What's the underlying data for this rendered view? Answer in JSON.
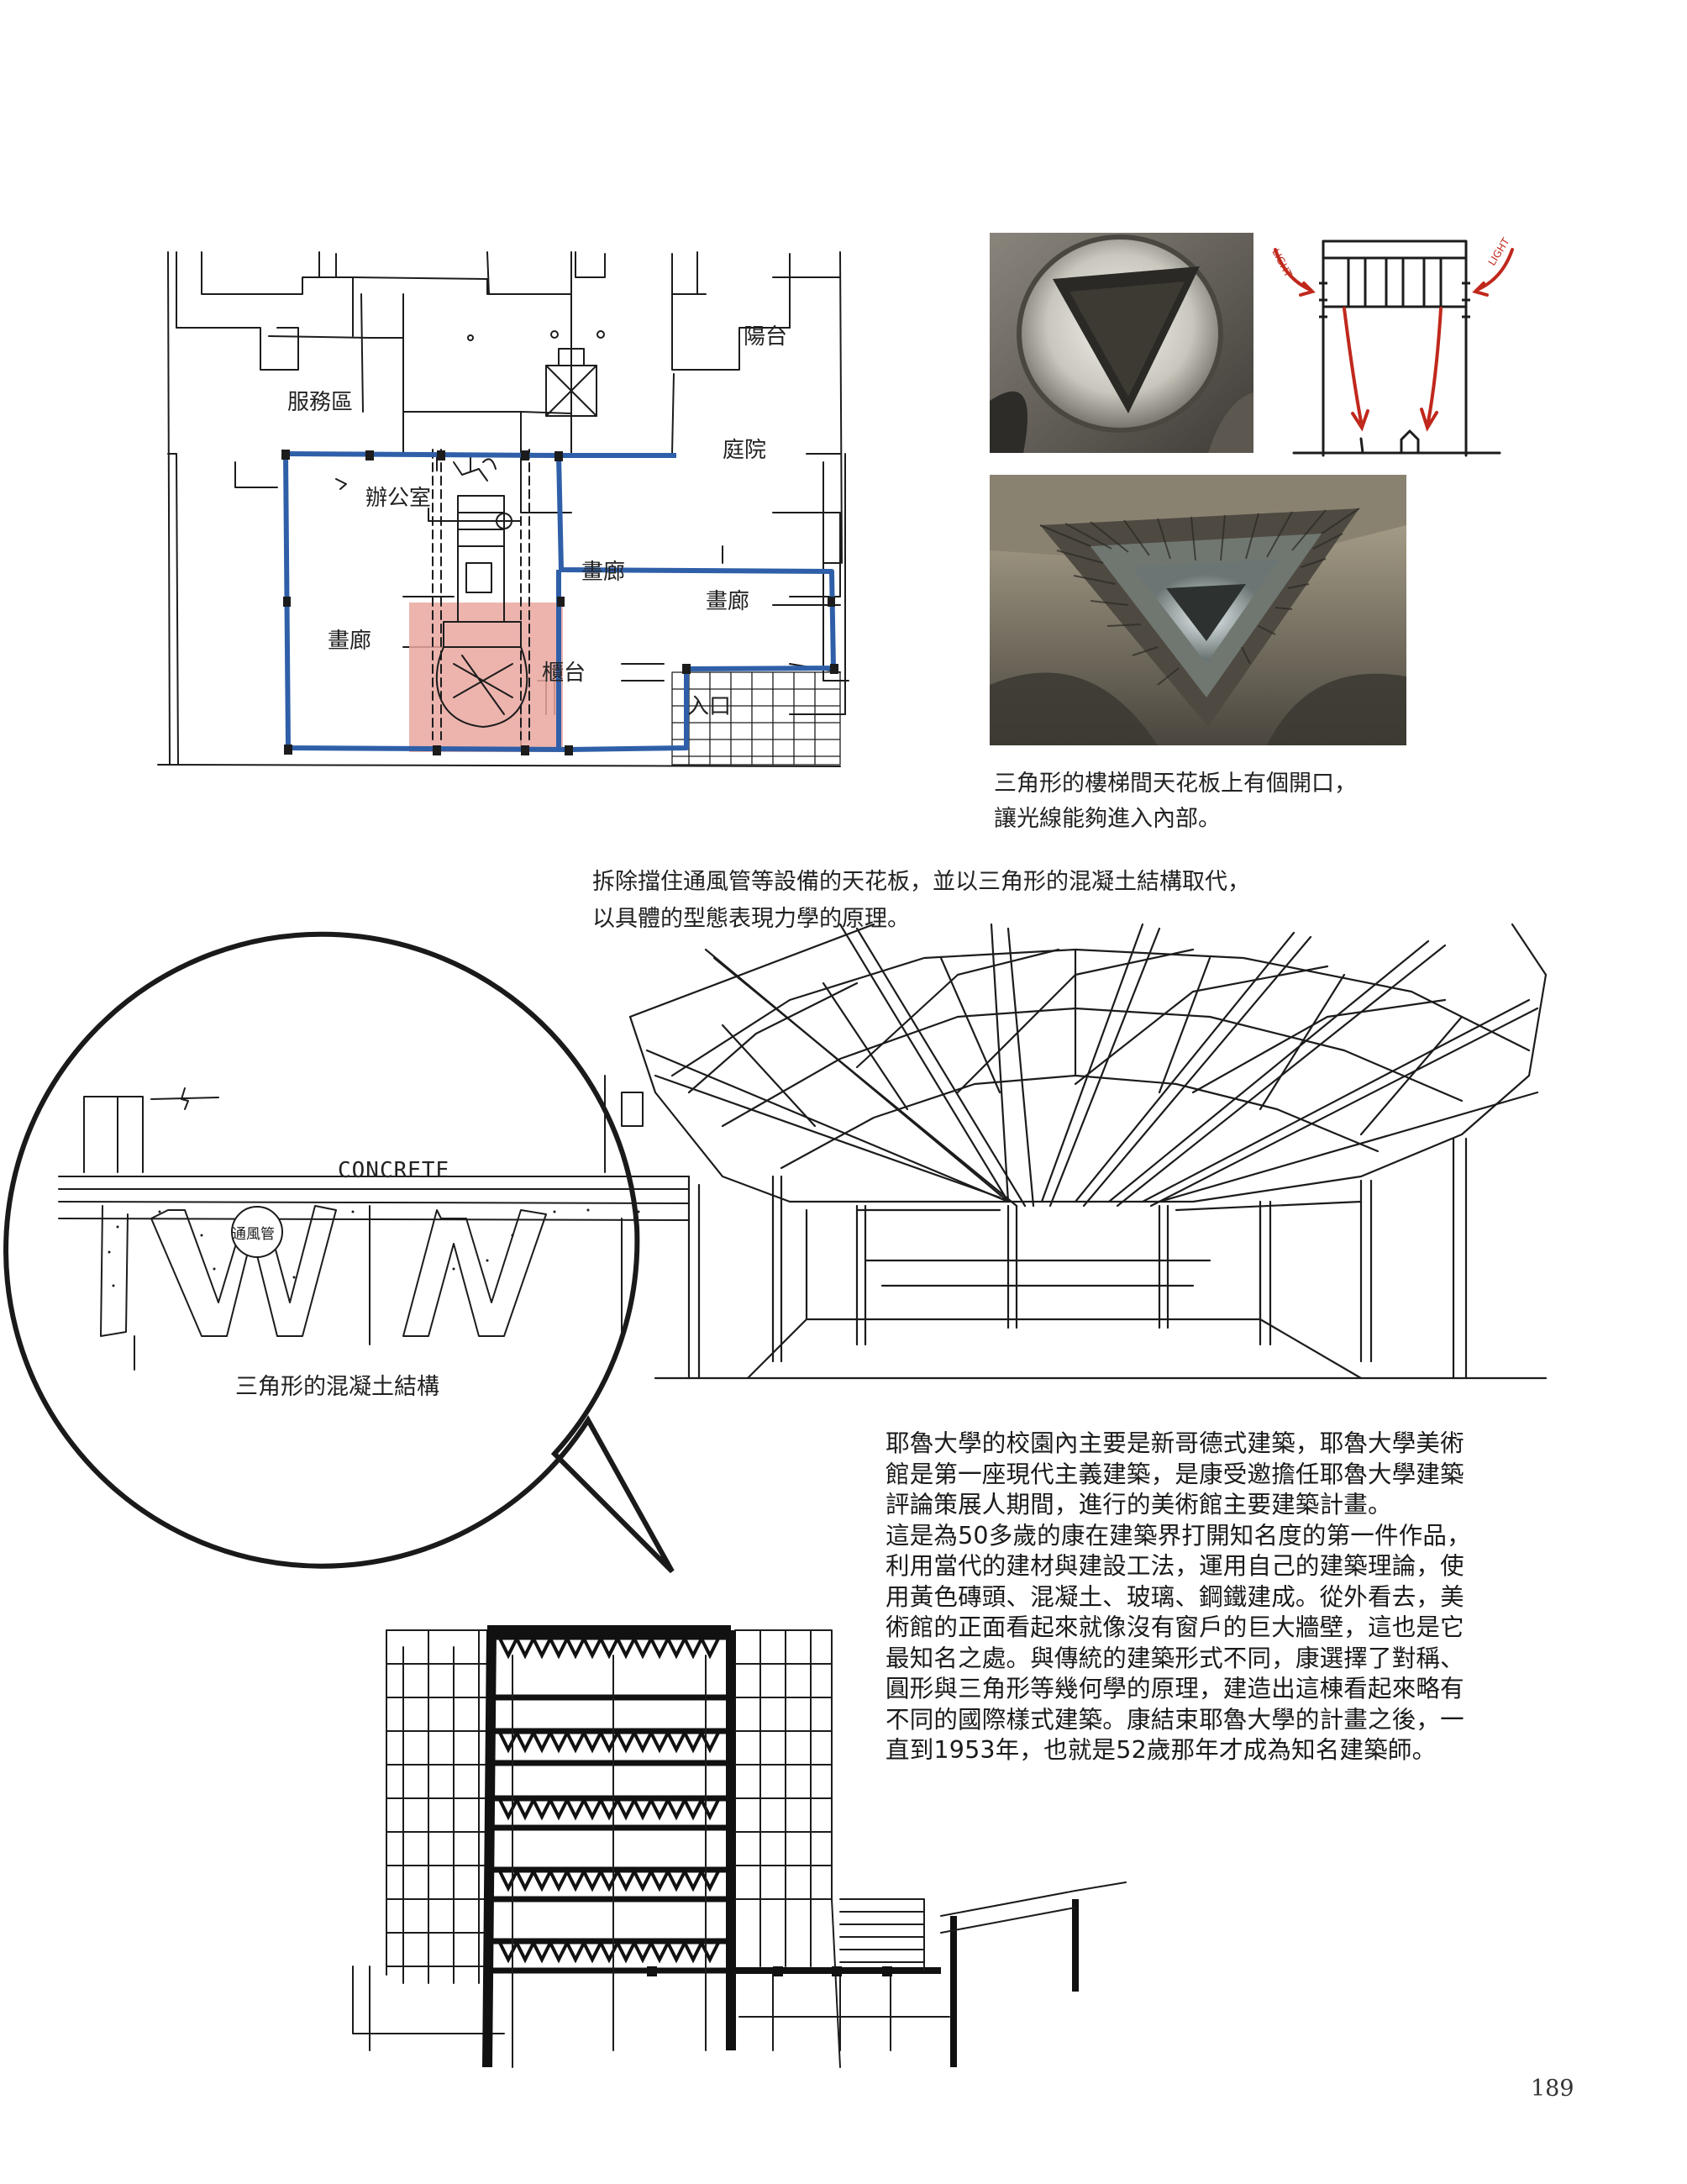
{
  "plan": {
    "labels": {
      "service": "服務區",
      "balcony": "陽台",
      "courtyard": "庭院",
      "office": "辦公室",
      "gallery_main": "畫廊",
      "gallery_left": "畫廊",
      "gallery_right": "畫廊",
      "counter": "櫃台",
      "entrance": "入口"
    }
  },
  "photo_top": {
    "light_left": "LIGHT",
    "light_right": "LIGHT"
  },
  "caption_stair": {
    "line1": "三角形的樓梯間天花板上有個開口，",
    "line2": "讓光線能夠進入內部。"
  },
  "caption_ceiling": {
    "line1": "拆除擋住通風管等設備的天花板，並以三角形的混凝土結構取代，",
    "line2": "以具體的型態表現力學的原理。"
  },
  "bubble": {
    "concrete": "CONCRETE",
    "duct": "通風管",
    "caption": "三角形的混凝土結構"
  },
  "body": {
    "lines": [
      "耶魯大學的校園內主要是新哥德式建築，耶魯大學美術",
      "館是第一座現代主義建築，是康受邀擔任耶魯大學建築",
      "評論策展人期間，進行的美術館主要建築計畫。",
      "這是為50多歲的康在建築界打開知名度的第一件作品，",
      "利用當代的建材與建設工法，運用自己的建築理論，使",
      "用黃色磚頭、混凝土、玻璃、鋼鐵建成。從外看去，美",
      "術館的正面看起來就像沒有窗戶的巨大牆壁，這也是它",
      "最知名之處。與傳統的建築形式不同，康選擇了對稱、",
      "圓形與三角形等幾何學的原理，建造出這棟看起來略有",
      "不同的國際樣式建築。康結束耶魯大學的計畫之後，一",
      "直到1953年，也就是52歲那年才成為知名建築師。"
    ]
  },
  "page": {
    "number": "189"
  },
  "colors": {
    "plan_outline": "#2f5fa8",
    "stair_highlight": "#e9a79f",
    "arrow_red": "#c0281c",
    "ink": "#1c1c1c"
  }
}
